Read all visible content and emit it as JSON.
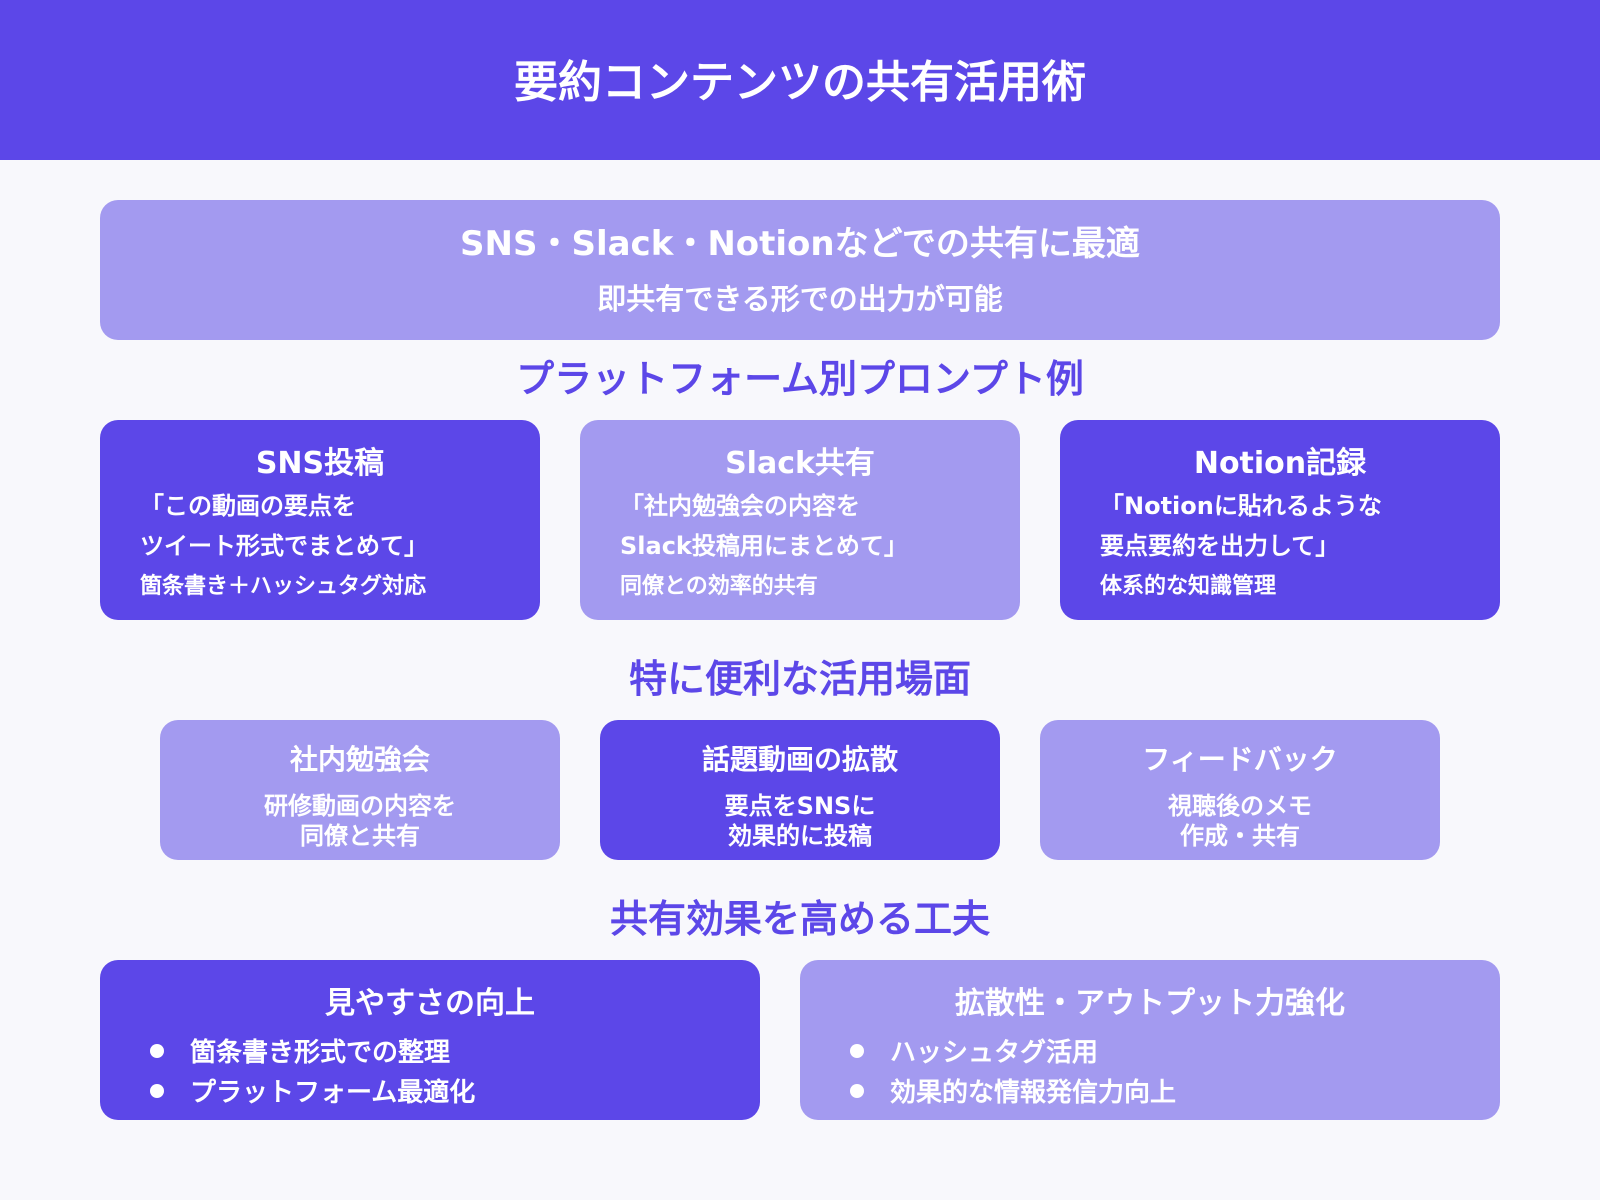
{
  "header": {
    "title": "要約コンテンツの共有活用術"
  },
  "banner": {
    "line1": "SNS・Slack・Notionなどでの共有に最適",
    "line2": "即共有できる形での出力が可能"
  },
  "sections": {
    "platform_title": "プラットフォーム別プロンプト例",
    "scenes_title": "特に便利な活用場面",
    "tips_title": "共有効果を高める工夫"
  },
  "platforms": [
    {
      "title": "SNS投稿",
      "line1": "「この動画の要点を",
      "line2": "ツイート形式でまとめて」",
      "note": "箇条書き＋ハッシュタグ対応"
    },
    {
      "title": "Slack共有",
      "line1": "「社内勉強会の内容を",
      "line2": "Slack投稿用にまとめて」",
      "note": "同僚との効率的共有"
    },
    {
      "title": "Notion記録",
      "line1": "「Notionに貼れるような",
      "line2": "要点要約を出力して」",
      "note": "体系的な知識管理"
    }
  ],
  "scenes": [
    {
      "title": "社内勉強会",
      "line1": "研修動画の内容を",
      "line2": "同僚と共有"
    },
    {
      "title": "話題動画の拡散",
      "line1": "要点をSNSに",
      "line2": "効果的に投稿"
    },
    {
      "title": "フィードバック",
      "line1": "視聴後のメモ",
      "line2": "作成・共有"
    }
  ],
  "tips": [
    {
      "title": "見やすさの向上",
      "bullets": [
        "箇条書き形式での整理",
        "プラットフォーム最適化"
      ]
    },
    {
      "title": "拡散性・アウトプット力強化",
      "bullets": [
        "ハッシュタグ活用",
        "効果的な情報発信力向上"
      ]
    }
  ],
  "colors": {
    "primary": "#5c47e8",
    "secondary": "#a39af0",
    "background": "#f8f8fc",
    "text_on_card": "#ffffff"
  }
}
